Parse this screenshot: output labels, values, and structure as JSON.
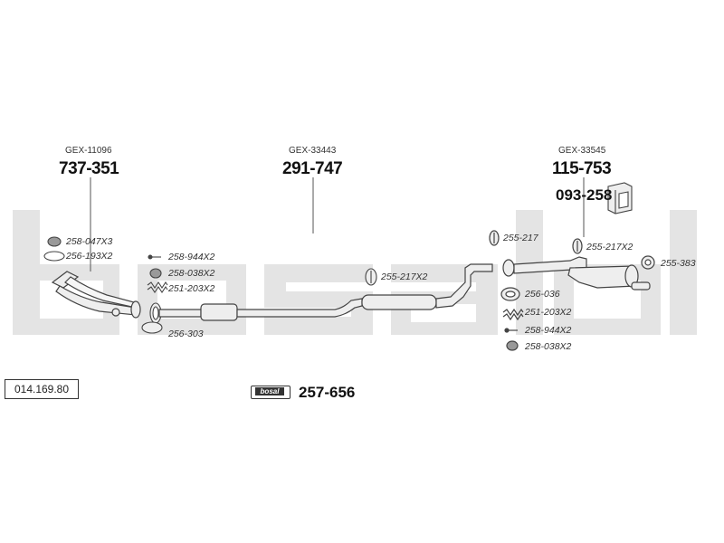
{
  "diagram_code": "014.169.80",
  "brand_watermark": "bosal",
  "kit": {
    "badge_text": "bosal",
    "number": "257-656"
  },
  "assemblies": [
    {
      "ref": "GEX-11096",
      "number": "737-351"
    },
    {
      "ref": "GEX-33443",
      "number": "291-747"
    },
    {
      "ref": "GEX-33545",
      "number": "115-753",
      "extra_number": "093-258"
    }
  ],
  "front_parts": [
    "258-047X3",
    "256-193X2",
    "258-944X2",
    "258-038X2",
    "251-203X2",
    "256-303"
  ],
  "middle_parts": [
    "255-217X2"
  ],
  "rear_parts": [
    "255-217",
    "255-217X2",
    "255-383",
    "256-036",
    "251-203X2",
    "258-944X2",
    "258-038X2"
  ],
  "colors": {
    "line": "#444444",
    "watermark": "#e4e4e4",
    "part_fill": "#dddddd"
  }
}
